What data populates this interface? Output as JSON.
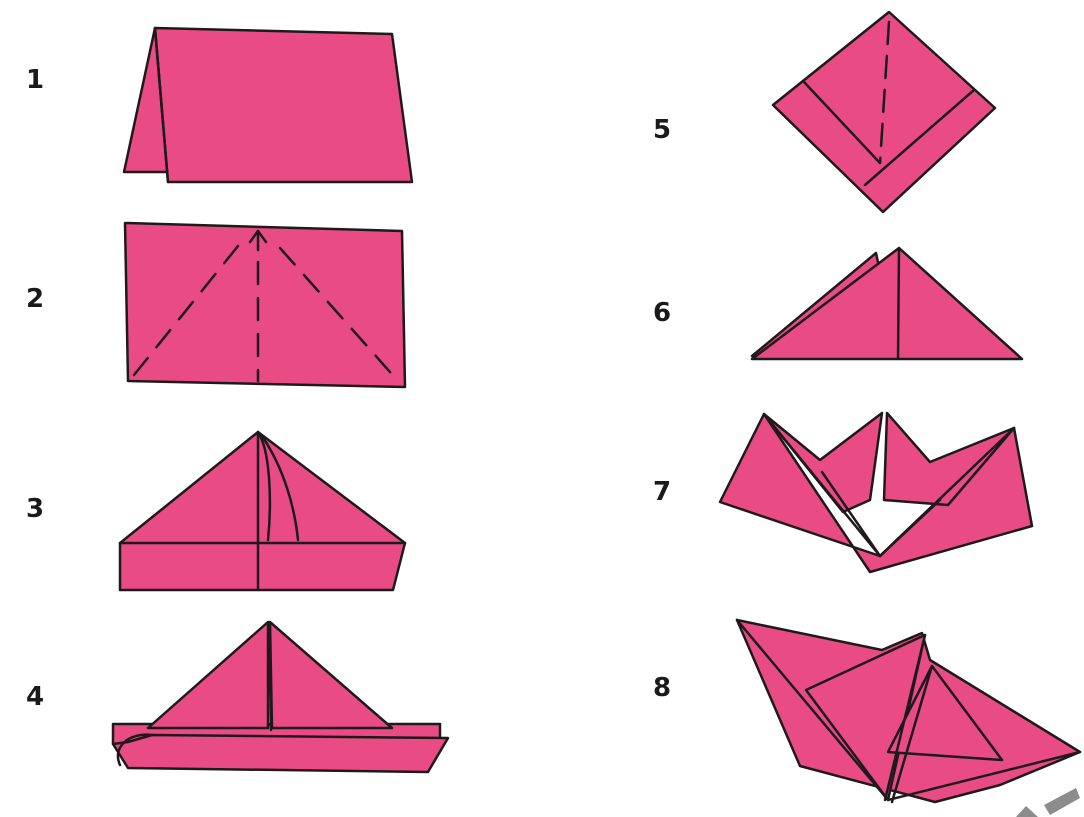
{
  "colors": {
    "paper": "#e94b84",
    "outline": "#1e1a1c",
    "watermark": "#8c8c8c"
  },
  "steps": [
    {
      "number": "1",
      "shape": "folded-rectangle"
    },
    {
      "number": "2",
      "shape": "rectangle-with-fold-guides"
    },
    {
      "number": "3",
      "shape": "hat"
    },
    {
      "number": "4",
      "shape": "sailboat"
    },
    {
      "number": "5",
      "shape": "diamond"
    },
    {
      "number": "6",
      "shape": "triangle"
    },
    {
      "number": "7",
      "shape": "open-boat"
    },
    {
      "number": "8",
      "shape": "finished-boat"
    }
  ]
}
